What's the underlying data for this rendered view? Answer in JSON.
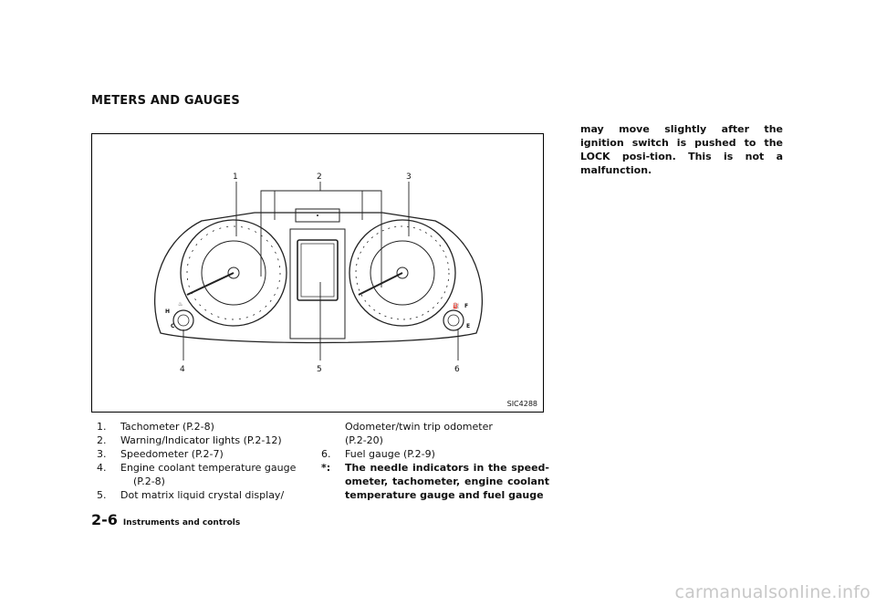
{
  "heading": "METERS AND GAUGES",
  "figure": {
    "code": "SIC4288",
    "callouts": [
      "1",
      "2",
      "3",
      "4",
      "5",
      "6"
    ],
    "temp_gauge_labels": {
      "hot": "H",
      "cold": "C"
    },
    "fuel_gauge_labels": {
      "full": "F",
      "empty": "E"
    }
  },
  "list": {
    "item1": {
      "num": "1.",
      "text": "Tachometer (P.2-8)"
    },
    "item2": {
      "num": "2.",
      "text": "Warning/Indicator lights (P.2-12)"
    },
    "item3": {
      "num": "3.",
      "text": "Speedometer (P.2-7)"
    },
    "item4": {
      "num": "4.",
      "text": "Engine coolant temperature gauge",
      "cont": "(P.2-8)"
    },
    "item5": {
      "num": "5.",
      "text": "Dot matrix liquid crystal display/",
      "cont1": "Odometer/twin trip odometer",
      "cont2": "(P.2-20)"
    },
    "item6": {
      "num": "6.",
      "text": "Fuel gauge (P.2-9)"
    }
  },
  "note": {
    "mark": "*:",
    "text_left": "The needle indicators in the speed-ometer, tachometer, engine coolant temperature gauge and fuel gauge",
    "text_right": "may move slightly after the ignition switch is pushed to the LOCK posi-tion. This is not a malfunction."
  },
  "footer": {
    "page": "2-6",
    "chapter": "Instruments and controls"
  },
  "watermark": "carmanualsonline.info"
}
